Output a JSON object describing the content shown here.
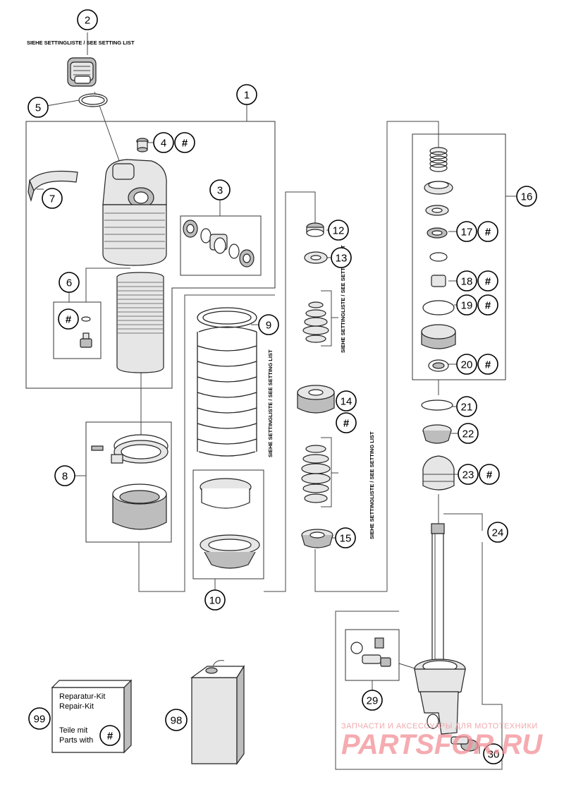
{
  "callouts": {
    "n1": "1",
    "n2": "2",
    "n3": "3",
    "n4": "4",
    "n5": "5",
    "n6": "6",
    "n7": "7",
    "n8": "8",
    "n9": "9",
    "n10": "10",
    "n12": "12",
    "n13": "13",
    "n14": "14",
    "n15": "15",
    "n16": "16",
    "n17": "17",
    "n18": "18",
    "n19": "19",
    "n20": "20",
    "n21": "21",
    "n22": "22",
    "n23": "23",
    "n24": "24",
    "n29": "29",
    "n30": "30",
    "n98": "98",
    "n99": "99"
  },
  "hash_symbol": "#",
  "notes": {
    "setting_list": "SIEHE SETTINGLISTE / SEE SETTING LIST"
  },
  "repair_kit": {
    "line1": "Reparatur-Kit",
    "line2": "Repair-Kit",
    "line3": "Teile mit",
    "line4": "Parts with"
  },
  "watermark": {
    "tagline": "ЗАПЧАСТИ И АКСЕССУАРЫ ДЛЯ МОТОТЕХНИКИ",
    "brand": "PARTSFOR.RU"
  }
}
